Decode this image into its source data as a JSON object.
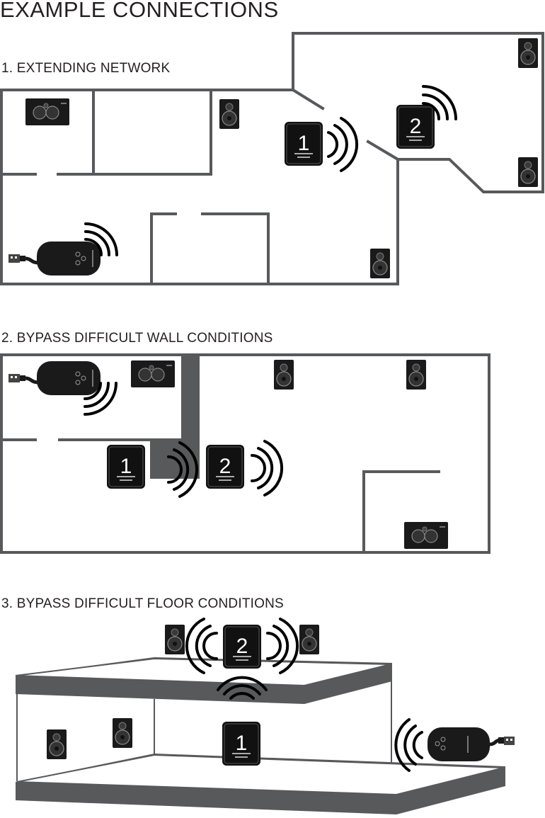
{
  "title": "EXAMPLE CONNECTIONS",
  "sections": [
    {
      "label": "1. EXTENDING NETWORK",
      "devices": [
        "1",
        "2"
      ]
    },
    {
      "label": "2. BYPASS DIFFICULT WALL CONDITIONS",
      "devices": [
        "1",
        "2"
      ]
    },
    {
      "label": "3. BYPASS DIFFICULT FLOOR CONDITIONS",
      "devices": [
        "2",
        "1"
      ]
    }
  ],
  "colors": {
    "wall": "#58595b",
    "device": "#111111",
    "wave": "#000000"
  },
  "icons": [
    "speaker-icon",
    "soundbar-icon",
    "wireless-adapter-icon",
    "usb-plug-icon",
    "repeater-icon",
    "signal-waves-icon"
  ]
}
